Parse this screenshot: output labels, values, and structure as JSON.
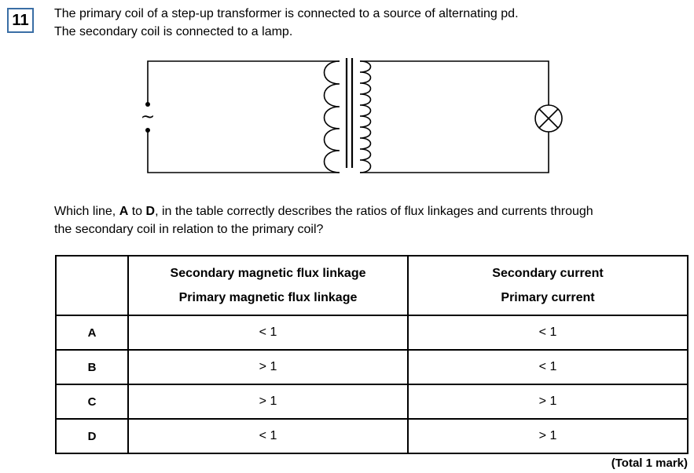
{
  "question": {
    "number": "11",
    "intro_lines": [
      "The primary coil of a step-up transformer is connected to a source of alternating pd.",
      "The secondary coil is connected to a lamp."
    ],
    "prompt_line1_pre": "Which line, ",
    "prompt_a": "A",
    "prompt_to": " to ",
    "prompt_d": "D",
    "prompt_line1_post": ", in the table correctly describes the ratios of flux linkages and currents through",
    "prompt_line2": "the secondary coil in relation to the primary coil?"
  },
  "table": {
    "flux_header_top": "Secondary magnetic flux linkage",
    "flux_header_bottom": "Primary magnetic flux linkage",
    "current_header_top": "Secondary current",
    "current_header_bottom": "Primary current",
    "rows": [
      {
        "key": "A",
        "flux": "< 1",
        "current": "< 1"
      },
      {
        "key": "B",
        "flux": "> 1",
        "current": "< 1"
      },
      {
        "key": "C",
        "flux": "> 1",
        "current": "> 1"
      },
      {
        "key": "D",
        "flux": "< 1",
        "current": "> 1"
      }
    ]
  },
  "circuit": {
    "source_symbol": "~"
  },
  "footer": {
    "total": "(Total 1 mark)"
  }
}
